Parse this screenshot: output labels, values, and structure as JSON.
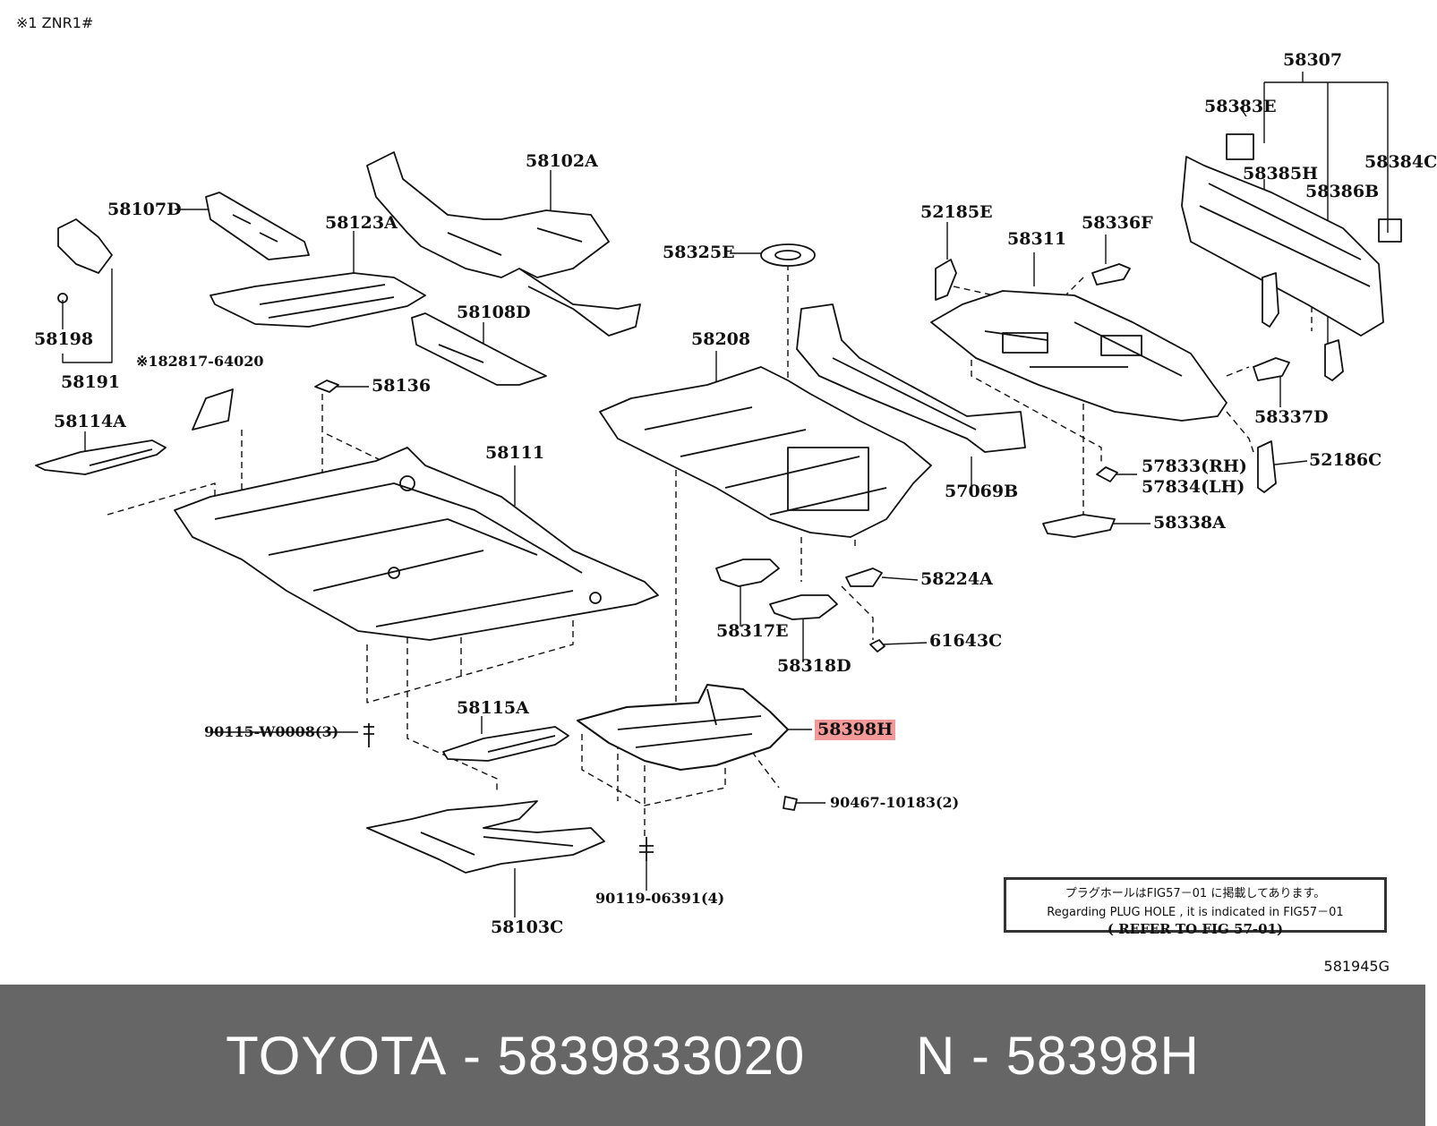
{
  "header": {
    "corner_note": "※1 ZNR1#"
  },
  "labels": [
    {
      "id": "58307",
      "text": "58307"
    },
    {
      "id": "58383E",
      "text": "58383E"
    },
    {
      "id": "58384C",
      "text": "58384C"
    },
    {
      "id": "58385H",
      "text": "58385H"
    },
    {
      "id": "58386B",
      "text": "58386B"
    },
    {
      "id": "58102A",
      "text": "58102A"
    },
    {
      "id": "58107D",
      "text": "58107D"
    },
    {
      "id": "58123A",
      "text": "58123A"
    },
    {
      "id": "52185E",
      "text": "52185E"
    },
    {
      "id": "58311",
      "text": "58311"
    },
    {
      "id": "58336F",
      "text": "58336F"
    },
    {
      "id": "58325E",
      "text": "58325E"
    },
    {
      "id": "58198",
      "text": "58198"
    },
    {
      "id": "58108D",
      "text": "58108D"
    },
    {
      "id": "58208",
      "text": "58208"
    },
    {
      "id": "58191",
      "text": "58191"
    },
    {
      "id": "182817",
      "text": "※182817-64020"
    },
    {
      "id": "58136",
      "text": "58136"
    },
    {
      "id": "58337D",
      "text": "58337D"
    },
    {
      "id": "58114A",
      "text": "58114A"
    },
    {
      "id": "58111",
      "text": "58111"
    },
    {
      "id": "52186C",
      "text": "52186C"
    },
    {
      "id": "57833",
      "text": "57833(RH)"
    },
    {
      "id": "57834",
      "text": "57834(LH)"
    },
    {
      "id": "57069B",
      "text": "57069B"
    },
    {
      "id": "58338A",
      "text": "58338A"
    },
    {
      "id": "58224A",
      "text": "58224A"
    },
    {
      "id": "58317E",
      "text": "58317E"
    },
    {
      "id": "61643C",
      "text": "61643C"
    },
    {
      "id": "58318D",
      "text": "58318D"
    },
    {
      "id": "58115A",
      "text": "58115A"
    },
    {
      "id": "58398H",
      "text": "58398H"
    },
    {
      "id": "90115",
      "text": "90115-W0008(3)"
    },
    {
      "id": "90467",
      "text": "90467-10183(2)"
    },
    {
      "id": "90119",
      "text": "90119-06391(4)"
    },
    {
      "id": "58103C",
      "text": "58103C"
    }
  ],
  "note": {
    "line1": "プラグホールはFIG57－01 に掲載してあります。",
    "line2": "Regarding PLUG HOLE , it is indicated in FIG57－01",
    "line3": "( REFER TO FIG 57-01)"
  },
  "figure_code": "581945G",
  "banner": {
    "brand": "TOYOTA",
    "sep1": " - ",
    "part_number": "5839833020",
    "gap": "       ",
    "ref": "N",
    "sep2": " - ",
    "code": "58398H"
  },
  "colors": {
    "highlight": "#f29a9a",
    "banner_bg": "#666666",
    "banner_text": "#ffffff",
    "line": "#111111"
  }
}
